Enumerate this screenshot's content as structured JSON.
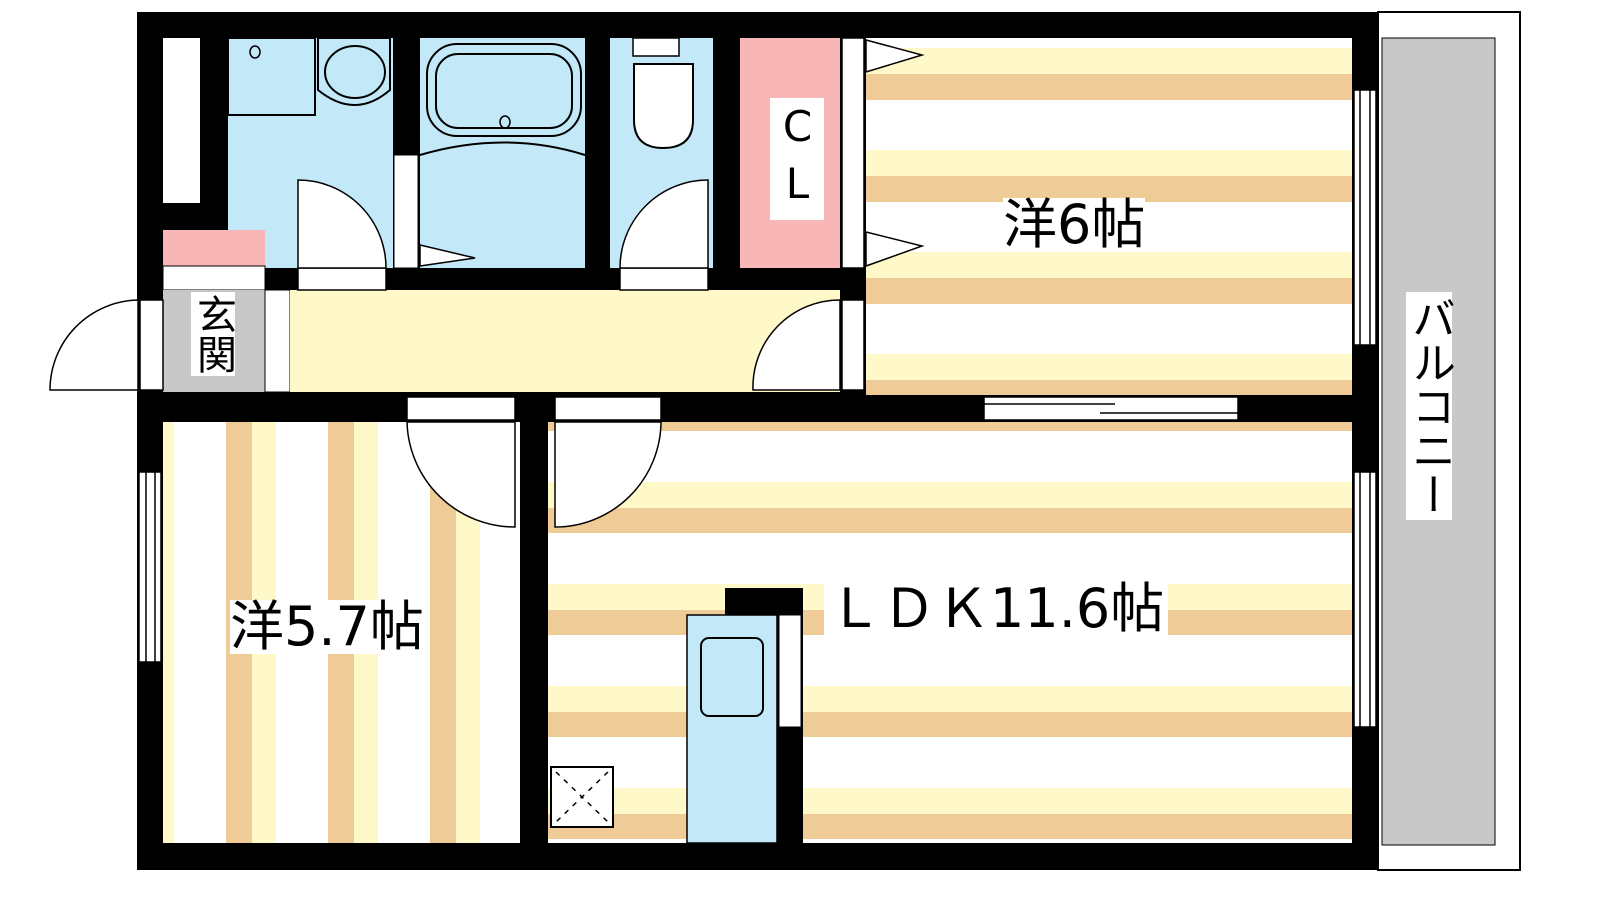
{
  "rooms": {
    "western_6": {
      "label": "洋6帖"
    },
    "western_5_7": {
      "label": "洋5.7帖"
    },
    "ldk": {
      "label": "ＬＤＫ11.6帖"
    },
    "closet": {
      "label": "CL"
    },
    "entrance": {
      "label": "玄関"
    },
    "balcony": {
      "label": "バルコニー"
    }
  },
  "colors": {
    "wall": "#000000",
    "wet_area": "#c3e8f8",
    "storage": "#f8b6b6",
    "entrance_floor": "#c8c8c8",
    "hall_floor": "#fff8c8",
    "stripe_tan": "#efcb97",
    "stripe_yellow": "#fff8c8",
    "balcony": "#c8c8c8"
  }
}
